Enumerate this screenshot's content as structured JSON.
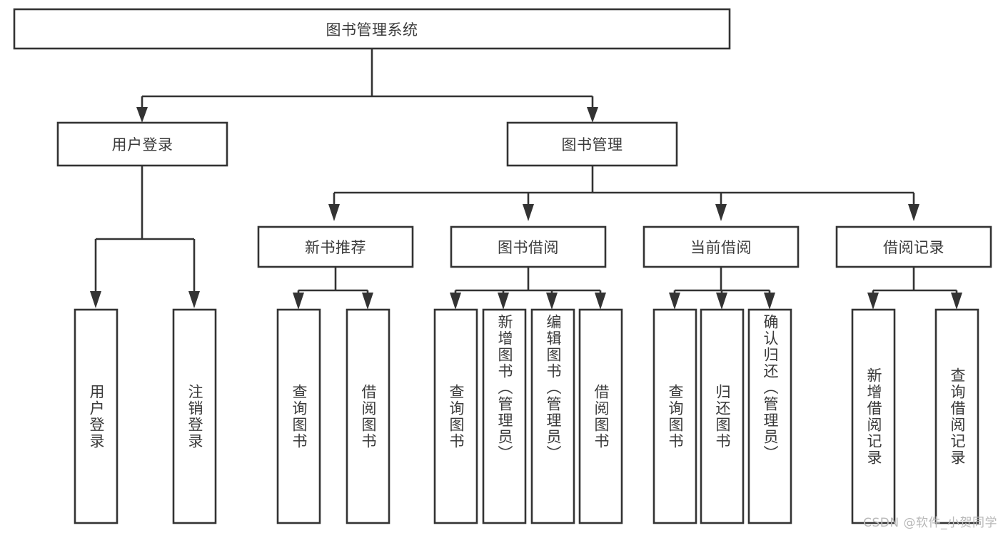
{
  "diagram": {
    "type": "tree-hierarchy",
    "title": "图书管理系统",
    "orientation": "top-down",
    "root": {
      "id": "root",
      "label": "图书管理系统"
    },
    "level1": [
      {
        "id": "user-login",
        "label": "用户登录"
      },
      {
        "id": "book-manage",
        "label": "图书管理"
      }
    ],
    "level2": [
      {
        "id": "new-book-recommend",
        "label": "新书推荐",
        "parent": "book-manage"
      },
      {
        "id": "book-borrow",
        "label": "图书借阅",
        "parent": "book-manage"
      },
      {
        "id": "current-borrow",
        "label": "当前借阅",
        "parent": "book-manage"
      },
      {
        "id": "borrow-record",
        "label": "借阅记录",
        "parent": "book-manage"
      }
    ],
    "leaves": [
      {
        "id": "leaf-user-login",
        "label": "用户登录",
        "parent": "user-login"
      },
      {
        "id": "leaf-logout-login",
        "label": "注销登录",
        "parent": "user-login"
      },
      {
        "id": "leaf-query-book-1",
        "label": "查询图书",
        "parent": "new-book-recommend"
      },
      {
        "id": "leaf-borrow-book-1",
        "label": "借阅图书",
        "parent": "new-book-recommend"
      },
      {
        "id": "leaf-query-book-2",
        "label": "查询图书",
        "parent": "book-borrow"
      },
      {
        "id": "leaf-add-book",
        "label": "新增图书（管理员）",
        "parent": "book-borrow"
      },
      {
        "id": "leaf-edit-book",
        "label": "编辑图书（管理员）",
        "parent": "book-borrow"
      },
      {
        "id": "leaf-borrow-book-2",
        "label": "借阅图书",
        "parent": "book-borrow"
      },
      {
        "id": "leaf-query-book-3",
        "label": "查询图书",
        "parent": "current-borrow"
      },
      {
        "id": "leaf-return-book",
        "label": "归还图书",
        "parent": "current-borrow"
      },
      {
        "id": "leaf-confirm-return",
        "label": "确认归还（管理员）",
        "parent": "current-borrow"
      },
      {
        "id": "leaf-add-record",
        "label": "新增借阅记录",
        "parent": "borrow-record"
      },
      {
        "id": "leaf-query-record",
        "label": "查询借阅记录",
        "parent": "borrow-record"
      }
    ],
    "colors": {
      "box_stroke": "#333333",
      "box_fill": "#ffffff",
      "text": "#3a3a3a",
      "connector": "#333333",
      "watermark": "#b8b8b8",
      "background": "#ffffff"
    }
  },
  "watermark": {
    "text": "CSDN @软件_小贺同学"
  }
}
